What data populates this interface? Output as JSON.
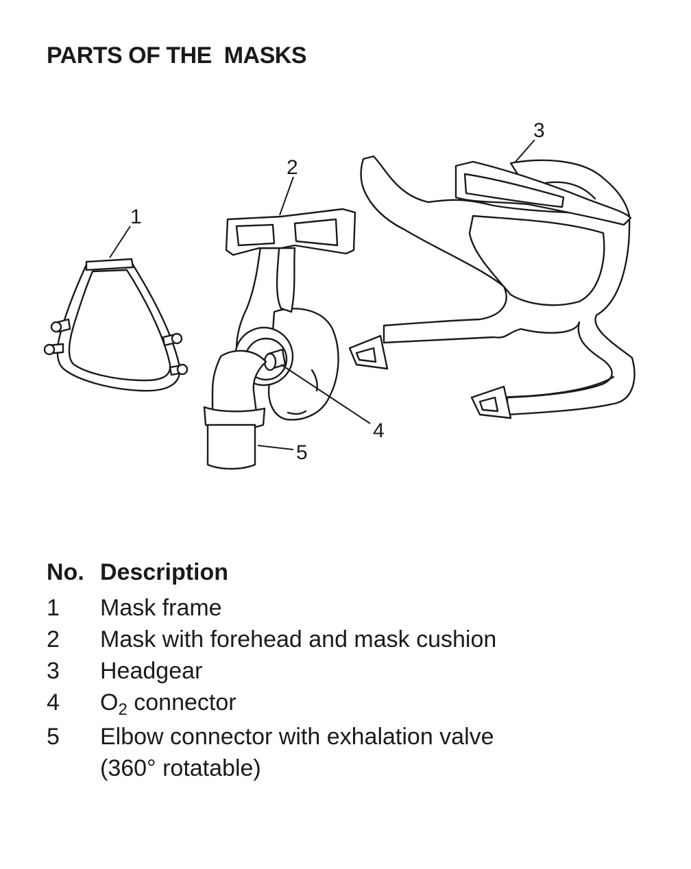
{
  "title": "PARTS OF THE  MASKS",
  "figure": {
    "callouts": [
      "1",
      "2",
      "3",
      "4",
      "5"
    ]
  },
  "table": {
    "header_no": "No.",
    "header_description": "Description",
    "rows": [
      {
        "no": "1",
        "description": "Mask frame"
      },
      {
        "no": "2",
        "description": "Mask with forehead and mask cushion"
      },
      {
        "no": "3",
        "description": "Headgear"
      },
      {
        "no": "4",
        "description_prefix": "O",
        "description_subscript": "2",
        "description_suffix": " connector"
      },
      {
        "no": "5",
        "description": "Elbow connector with exhalation valve",
        "description_line2": "(360° rotatable)"
      }
    ]
  }
}
